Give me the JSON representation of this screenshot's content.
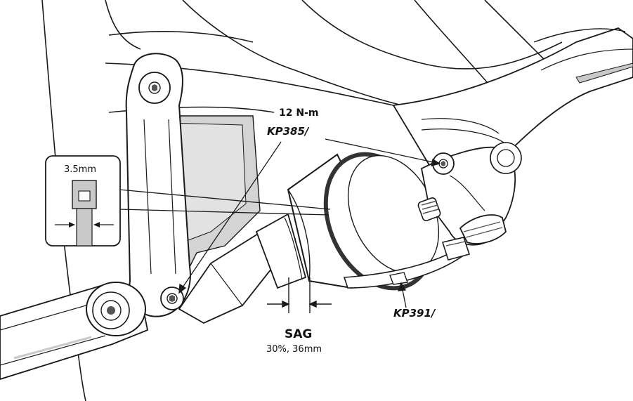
{
  "labels": {
    "torque": "12 N-m",
    "bolt_part": "KP385/",
    "guide_part": "KP391/",
    "sag_title": "SAG",
    "sag_value": "30%, 36mm",
    "zip_tie_width": "3.5mm"
  },
  "colors": {
    "line": "#1a1a1a",
    "frame_fill": "#ffffff",
    "shade": "#c9c9c9",
    "dark": "#555555",
    "ring": "#333333"
  }
}
